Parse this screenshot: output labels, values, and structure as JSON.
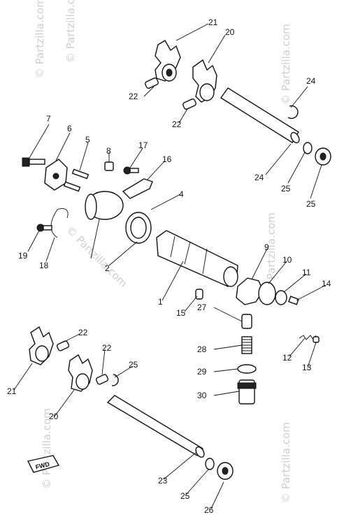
{
  "watermarks": [
    "© Partzilla.com",
    "© Partzilla.com",
    "© Partzilla.com",
    "© Partzilla.com",
    "© Partzilla.com",
    "© Partzilla.com",
    "© Partzilla.com"
  ],
  "callouts": [
    "1",
    "2",
    "4",
    "5",
    "6",
    "7",
    "8",
    "9",
    "10",
    "11",
    "12",
    "13",
    "14",
    "15",
    "16",
    "17",
    "18",
    "19",
    "20",
    "20",
    "21",
    "21",
    "22",
    "22",
    "22",
    "22",
    "23",
    "24",
    "25",
    "25",
    "25",
    "26",
    "26",
    "27",
    "28",
    "29",
    "30"
  ],
  "fwd_label": "FWD"
}
